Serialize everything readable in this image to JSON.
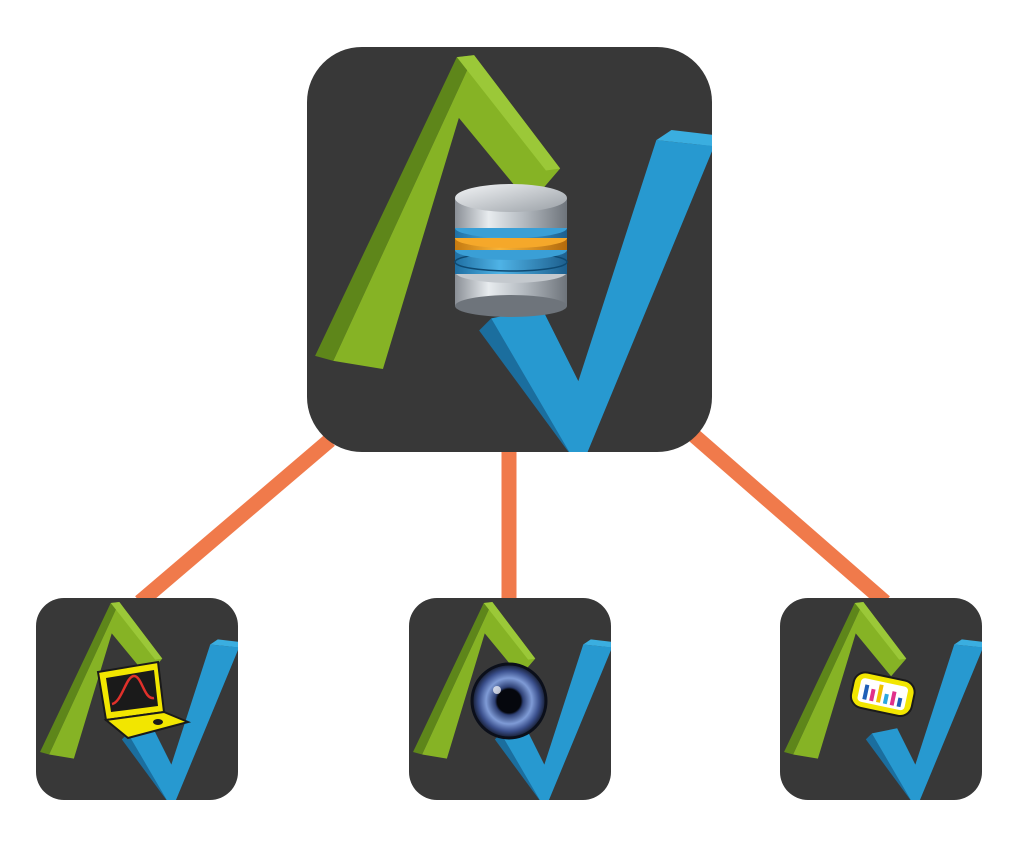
{
  "diagram": {
    "root": {
      "icon": "database-icon",
      "logo": "green-blue-check-logo"
    },
    "children": [
      {
        "icon": "laptop-chart-icon",
        "logo": "green-blue-check-logo"
      },
      {
        "icon": "eye-icon",
        "logo": "green-blue-check-logo"
      },
      {
        "icon": "bar-chart-card-icon",
        "logo": "green-blue-check-logo"
      }
    ],
    "colors": {
      "tile_background": "#383838",
      "logo_green": "#86b325",
      "logo_green_dark": "#5e861a",
      "logo_blue": "#2799d0",
      "logo_blue_dark": "#1b6e9e",
      "connector": "#f07a4b",
      "laptop_yellow": "#f2e600",
      "database_band": "#f0a020",
      "database_blue": "#2a8fc7"
    }
  }
}
